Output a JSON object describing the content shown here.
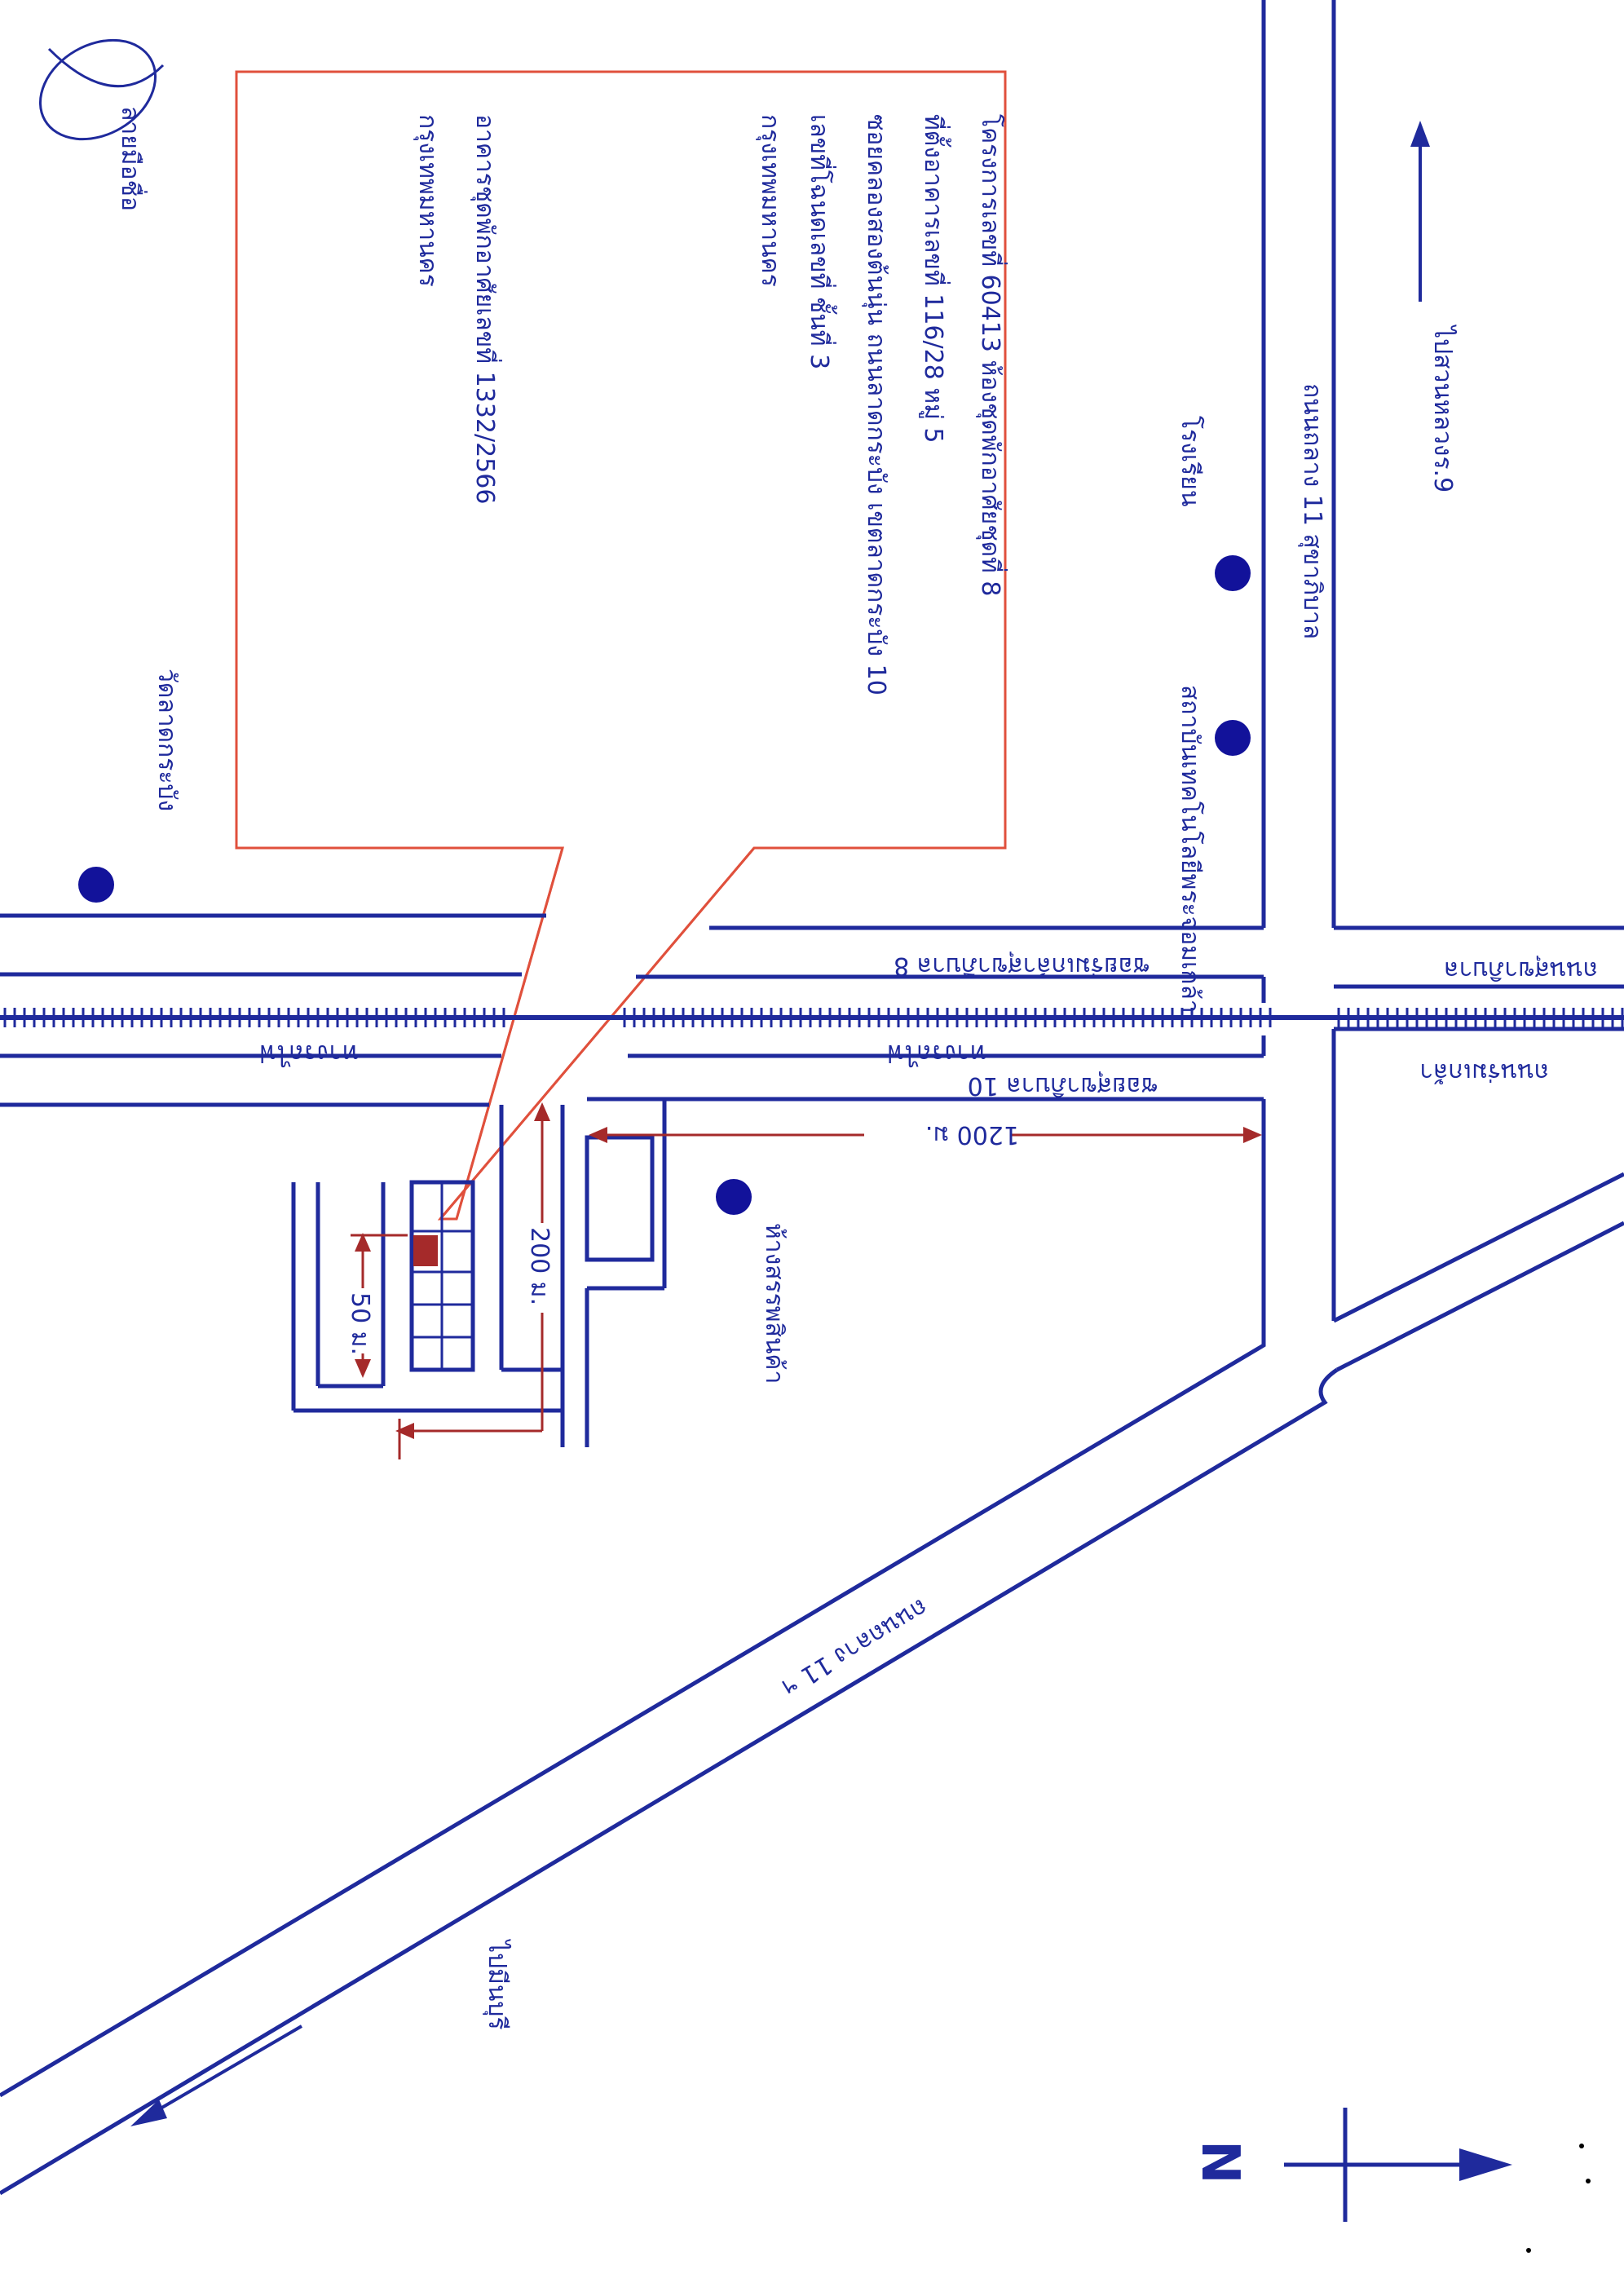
{
  "map": {
    "colors": {
      "road": "#1f2a9c",
      "callout": "#e0503c",
      "dimension": "#a52a2a",
      "marker": "#12129a"
    },
    "callout_lines": [
      "โครงการเลขที่ 60413 ห้องชุดพักอาศัยชุดที่ 8",
      "ที่ตั้งอาคารเลขที่ 116/28 หมู่ 5",
      "ซอยคลองสองต้นนุ่น ถนนลาดกระบัง เขตลาดกระบัง 10",
      "เลขที่โฉนดเลขที่ ชั้นที่ 3",
      "กรุงเทพมหานคร",
      "อาคารชุดพักอาศัยเลขที่ 1332/2566",
      "กรุงเทพมหานคร"
    ],
    "roads": {
      "soi_8": "ซอยร่มเกล้าสุขาภิบาล 8",
      "soi_10": "ซอยสุขาภิบาล 10",
      "rail_left": "ทางรถไฟ",
      "rail_right": "ทางรถไฟ",
      "right_upper": "ถนนสุขาภิบาล",
      "right_lower": "ถนนร่มเกล้า",
      "main_vertical": "ถนนถลาง 11 สุขาภิบาล",
      "main_diagonal": "ถนนถลาง 11 ฯ"
    },
    "landmarks": {
      "top_left": "วัดลาดกระบัง",
      "upper_right_1": "โรงเรียน",
      "upper_right_2": "สถาบันเทคโนโลยีพระจอมเกล้า",
      "middle": "ห้างสรรพสินค้า"
    },
    "directions": {
      "top": "ไปสวนหลวงร.9",
      "bottom": "ไปมีนบุรี",
      "north": "N"
    },
    "dimensions": {
      "long": "1200 ม.",
      "mid": "200 ม.",
      "short": "50 ม."
    },
    "signature": "ลายมือชื่อ"
  }
}
